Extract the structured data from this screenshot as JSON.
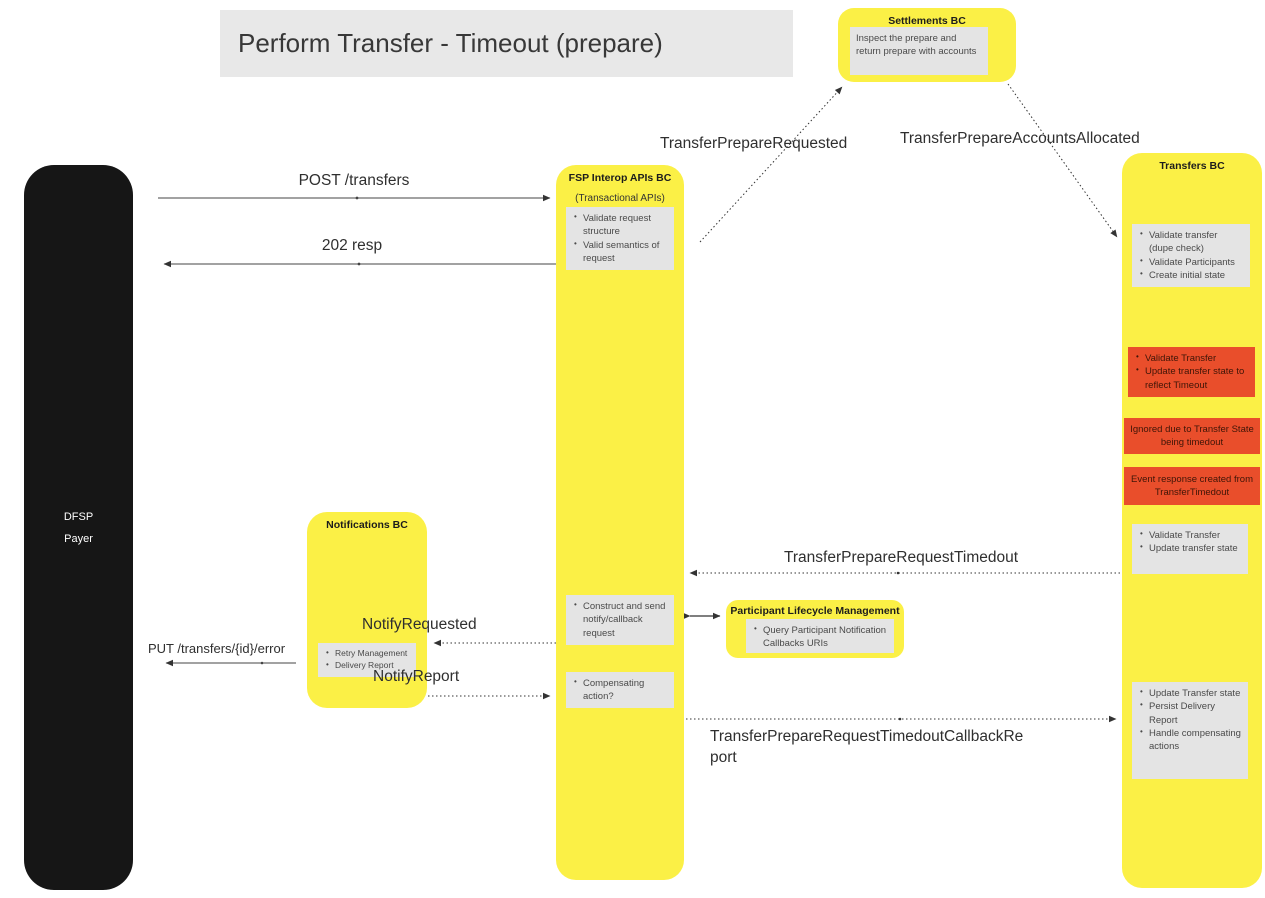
{
  "title": "Perform Transfer - Timeout (prepare)",
  "actor": {
    "line1": "DFSP",
    "line2": "Payer"
  },
  "colors": {
    "yellow": "#FBF046",
    "red": "#E94E2B",
    "gray": "#E4E4E4",
    "black": "#161616",
    "title_bg": "#E8E8E8"
  },
  "boxes": {
    "settlements": {
      "title": "Settlements BC",
      "note": "Inspect the prepare and return prepare with accounts"
    },
    "fsp": {
      "title": "FSP Interop APIs BC",
      "subtitle": "(Transactional APIs)",
      "validate": [
        "Validate request structure",
        "Valid semantics of request"
      ],
      "construct": [
        "Construct and send notify/callback request"
      ],
      "compensating": [
        "Compensating action?"
      ]
    },
    "notifications": {
      "title": "Notifications BC",
      "items": [
        "Retry Management",
        "Delivery Report"
      ]
    },
    "plm": {
      "title": "Participant Lifecycle Management",
      "items": [
        "Query Participant Notification Callbacks URIs"
      ]
    },
    "transfers": {
      "title": "Transfers BC",
      "initial": [
        "Validate transfer (dupe check)",
        "Validate Participants",
        "Create initial state"
      ],
      "timeout": [
        "Validate Transfer",
        "Update transfer state to reflect Timeout"
      ],
      "ignored": "Ignored due to Transfer State being timedout",
      "event_response": "Event response created from TransferTimedout",
      "update": [
        "Validate Transfer",
        "Update transfer state"
      ],
      "final": [
        "Update Transfer state",
        "Persist Delivery Report",
        "Handle compensating actions"
      ]
    }
  },
  "arrows": {
    "post": "POST /transfers",
    "resp": "202 resp",
    "prepare_requested": "TransferPrepareRequested",
    "accounts_allocated": "TransferPrepareAccountsAllocated",
    "request_timedout": "TransferPrepareRequestTimedout",
    "notify_requested": "NotifyRequested",
    "put_error": "PUT /transfers/{id}/error",
    "notify_report": "NotifyReport",
    "timedout_callback_report": "TransferPrepareRequestTimedoutCallbackReport"
  }
}
